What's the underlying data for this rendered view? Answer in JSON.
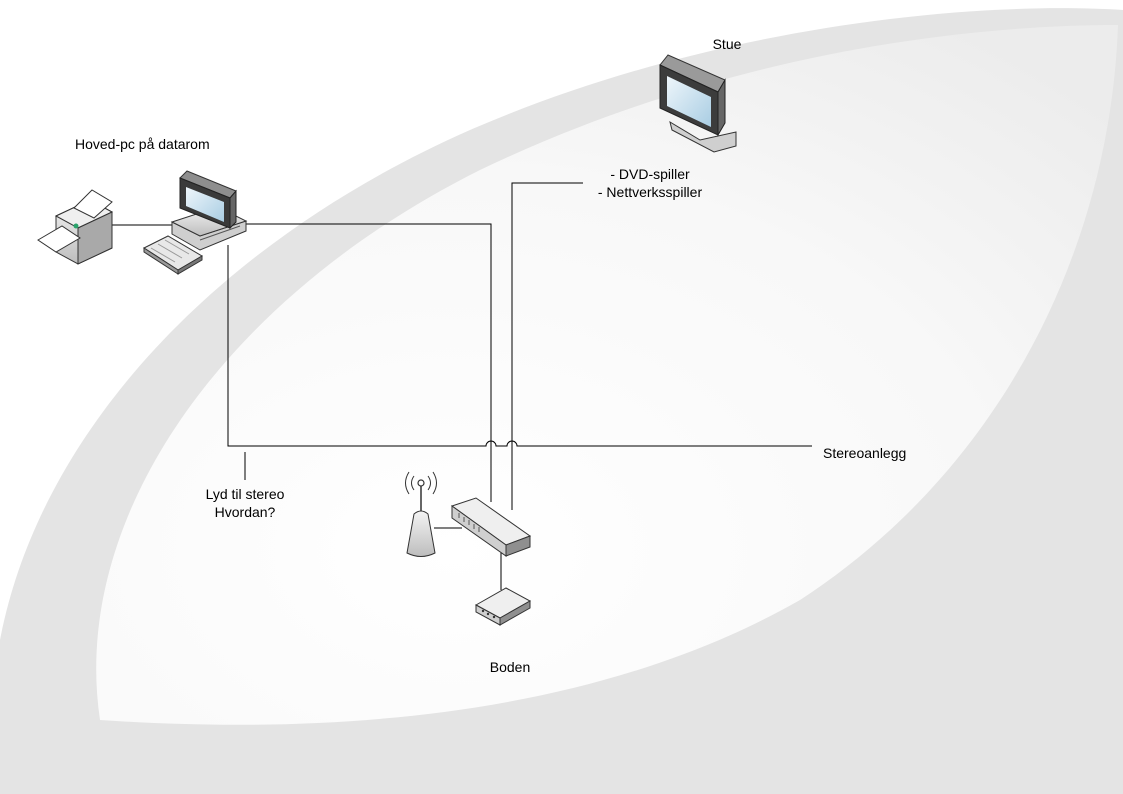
{
  "labels": {
    "stue": "Stue",
    "main_pc": "Hoved-pc på datarom",
    "devices_line1": "- DVD-spiller",
    "devices_line2": "- Nettverksspiller",
    "stereo": "Stereoanlegg",
    "audio_line1": "Lyd til stereo",
    "audio_line2": "Hvordan?",
    "boden": "Boden"
  },
  "icons": {
    "tv": "monitor-icon",
    "pc": "desktop-computer-icon",
    "printer": "printer-icon",
    "keyboard": "keyboard-icon",
    "switch": "network-switch-icon",
    "access_point": "wireless-access-point-icon",
    "modem": "modem-icon"
  },
  "colors": {
    "background_swoosh": "#e4e4e4",
    "inner_leaf": "#f7f7f7",
    "line": "#000000"
  }
}
